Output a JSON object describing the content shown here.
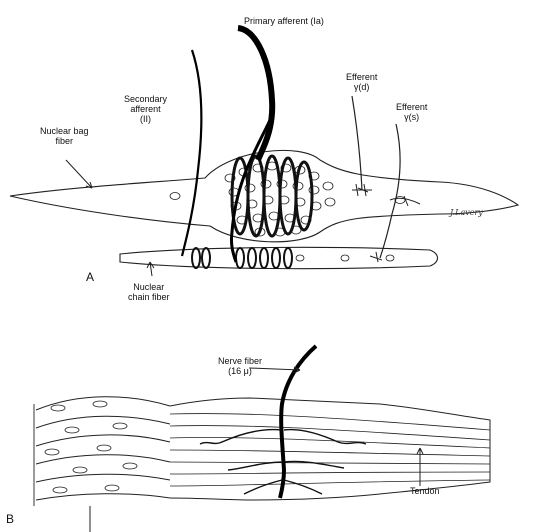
{
  "panels": {
    "a": "A",
    "b": "B"
  },
  "labels": {
    "primary_afferent": "Primary afferent (Ia)",
    "secondary_afferent_line1": "Secondary",
    "secondary_afferent_line2": "afferent",
    "secondary_afferent_line3": "(II)",
    "nuclear_bag_line1": "Nuclear bag",
    "nuclear_bag_line2": "fiber",
    "efferent_d_line1": "Efferent",
    "efferent_d_line2": "γ(d)",
    "efferent_s_line1": "Efferent",
    "efferent_s_line2": "γ(s)",
    "nuclear_chain_line1": "Nuclear",
    "nuclear_chain_line2": "chain fiber",
    "nerve_fiber_line1": "Nerve fiber",
    "nerve_fiber_line2": "(16 μ)",
    "tendon": "Tendon"
  },
  "signature": "J.Lavery"
}
